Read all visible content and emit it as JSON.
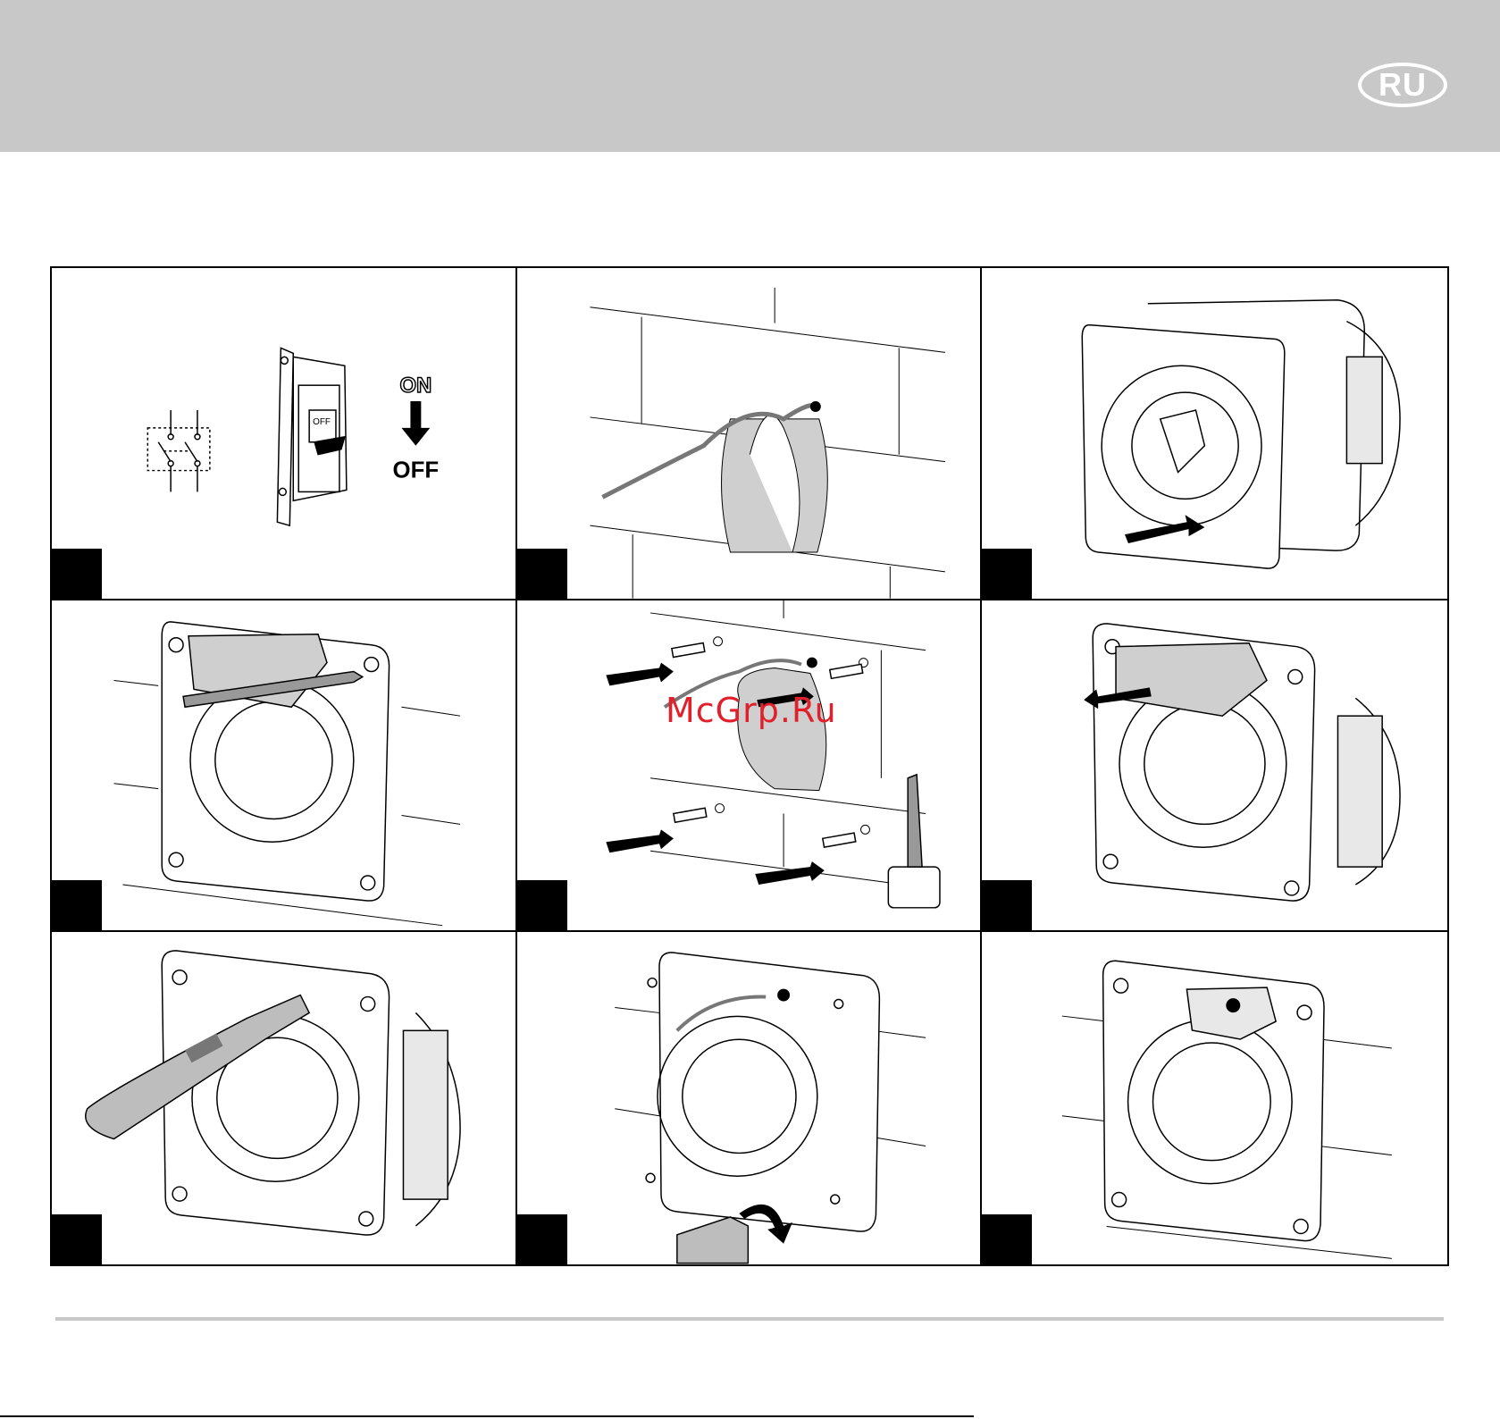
{
  "header": {
    "language_badge": "RU"
  },
  "panels": [
    {
      "id": "switch-off",
      "labels": {
        "on": "ON",
        "off": "OFF",
        "breaker": "OFF"
      }
    },
    {
      "id": "wall-hole-pipe"
    },
    {
      "id": "remove-front-cover"
    },
    {
      "id": "mark-holes-pencil"
    },
    {
      "id": "insert-dowels-drill"
    },
    {
      "id": "remove-inner-cover"
    },
    {
      "id": "cut-cable-entry"
    },
    {
      "id": "screw-fan-to-wall"
    },
    {
      "id": "mounted-fan"
    }
  ],
  "watermark": "McGrp.Ru",
  "colors": {
    "header_bg": "#c8c8c8",
    "step_box": "#000000",
    "watermark": "#e0202a",
    "shade": "#cfcfcf"
  }
}
